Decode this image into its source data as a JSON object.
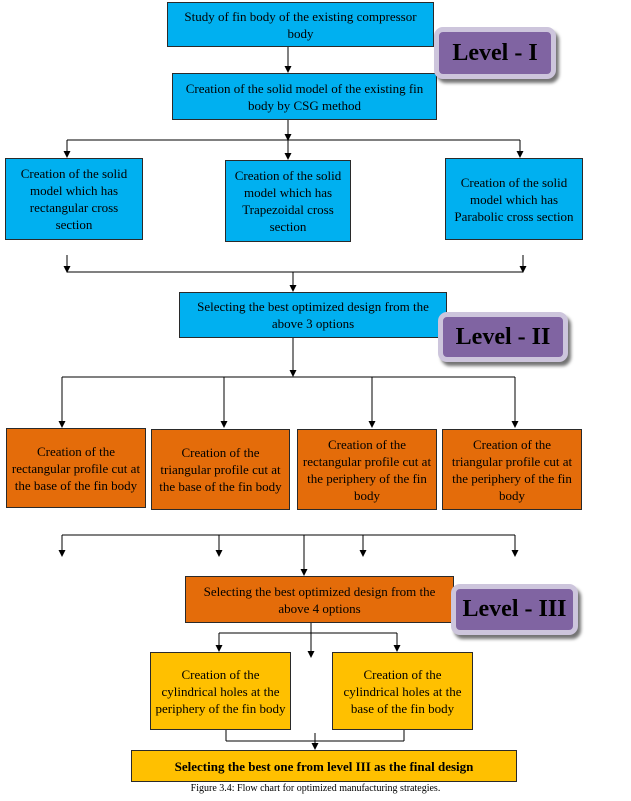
{
  "colors": {
    "blue": "#00b0f0",
    "orange": "#e46c0a",
    "yellow": "#ffc000",
    "level_badge": "#8064a2"
  },
  "levels": [
    "Level - I",
    "Level - II",
    "Level - III"
  ],
  "nodes": {
    "study": "Study of fin body of the existing compressor body",
    "csg": "Creation of the solid model of the existing fin body by CSG method",
    "rect_section": "Creation of the solid model which has rectangular cross section",
    "trap_section": "Creation of the solid model which has Trapezoidal cross section",
    "para_section": "Creation of the solid model which has Parabolic cross section",
    "select_3": "Selecting the best optimized design from the above 3 options",
    "rect_base": "Creation of the rectangular profile cut at the base of the fin body",
    "tri_base": "Creation of the triangular profile cut at the base of the fin body",
    "rect_periphery": "Creation of the rectangular profile cut at the periphery of the fin body",
    "tri_periphery": "Creation of the triangular profile cut at the periphery of the fin body",
    "select_4": "Selecting the best optimized design from the above 4 options",
    "holes_periphery": "Creation of the cylindrical holes at the periphery of the fin body",
    "holes_base": "Creation of the cylindrical holes at the base of the fin body",
    "final": "Selecting the best one from level III as the final design"
  },
  "caption": "Figure 3.4: Flow chart for optimized manufacturing strategies."
}
